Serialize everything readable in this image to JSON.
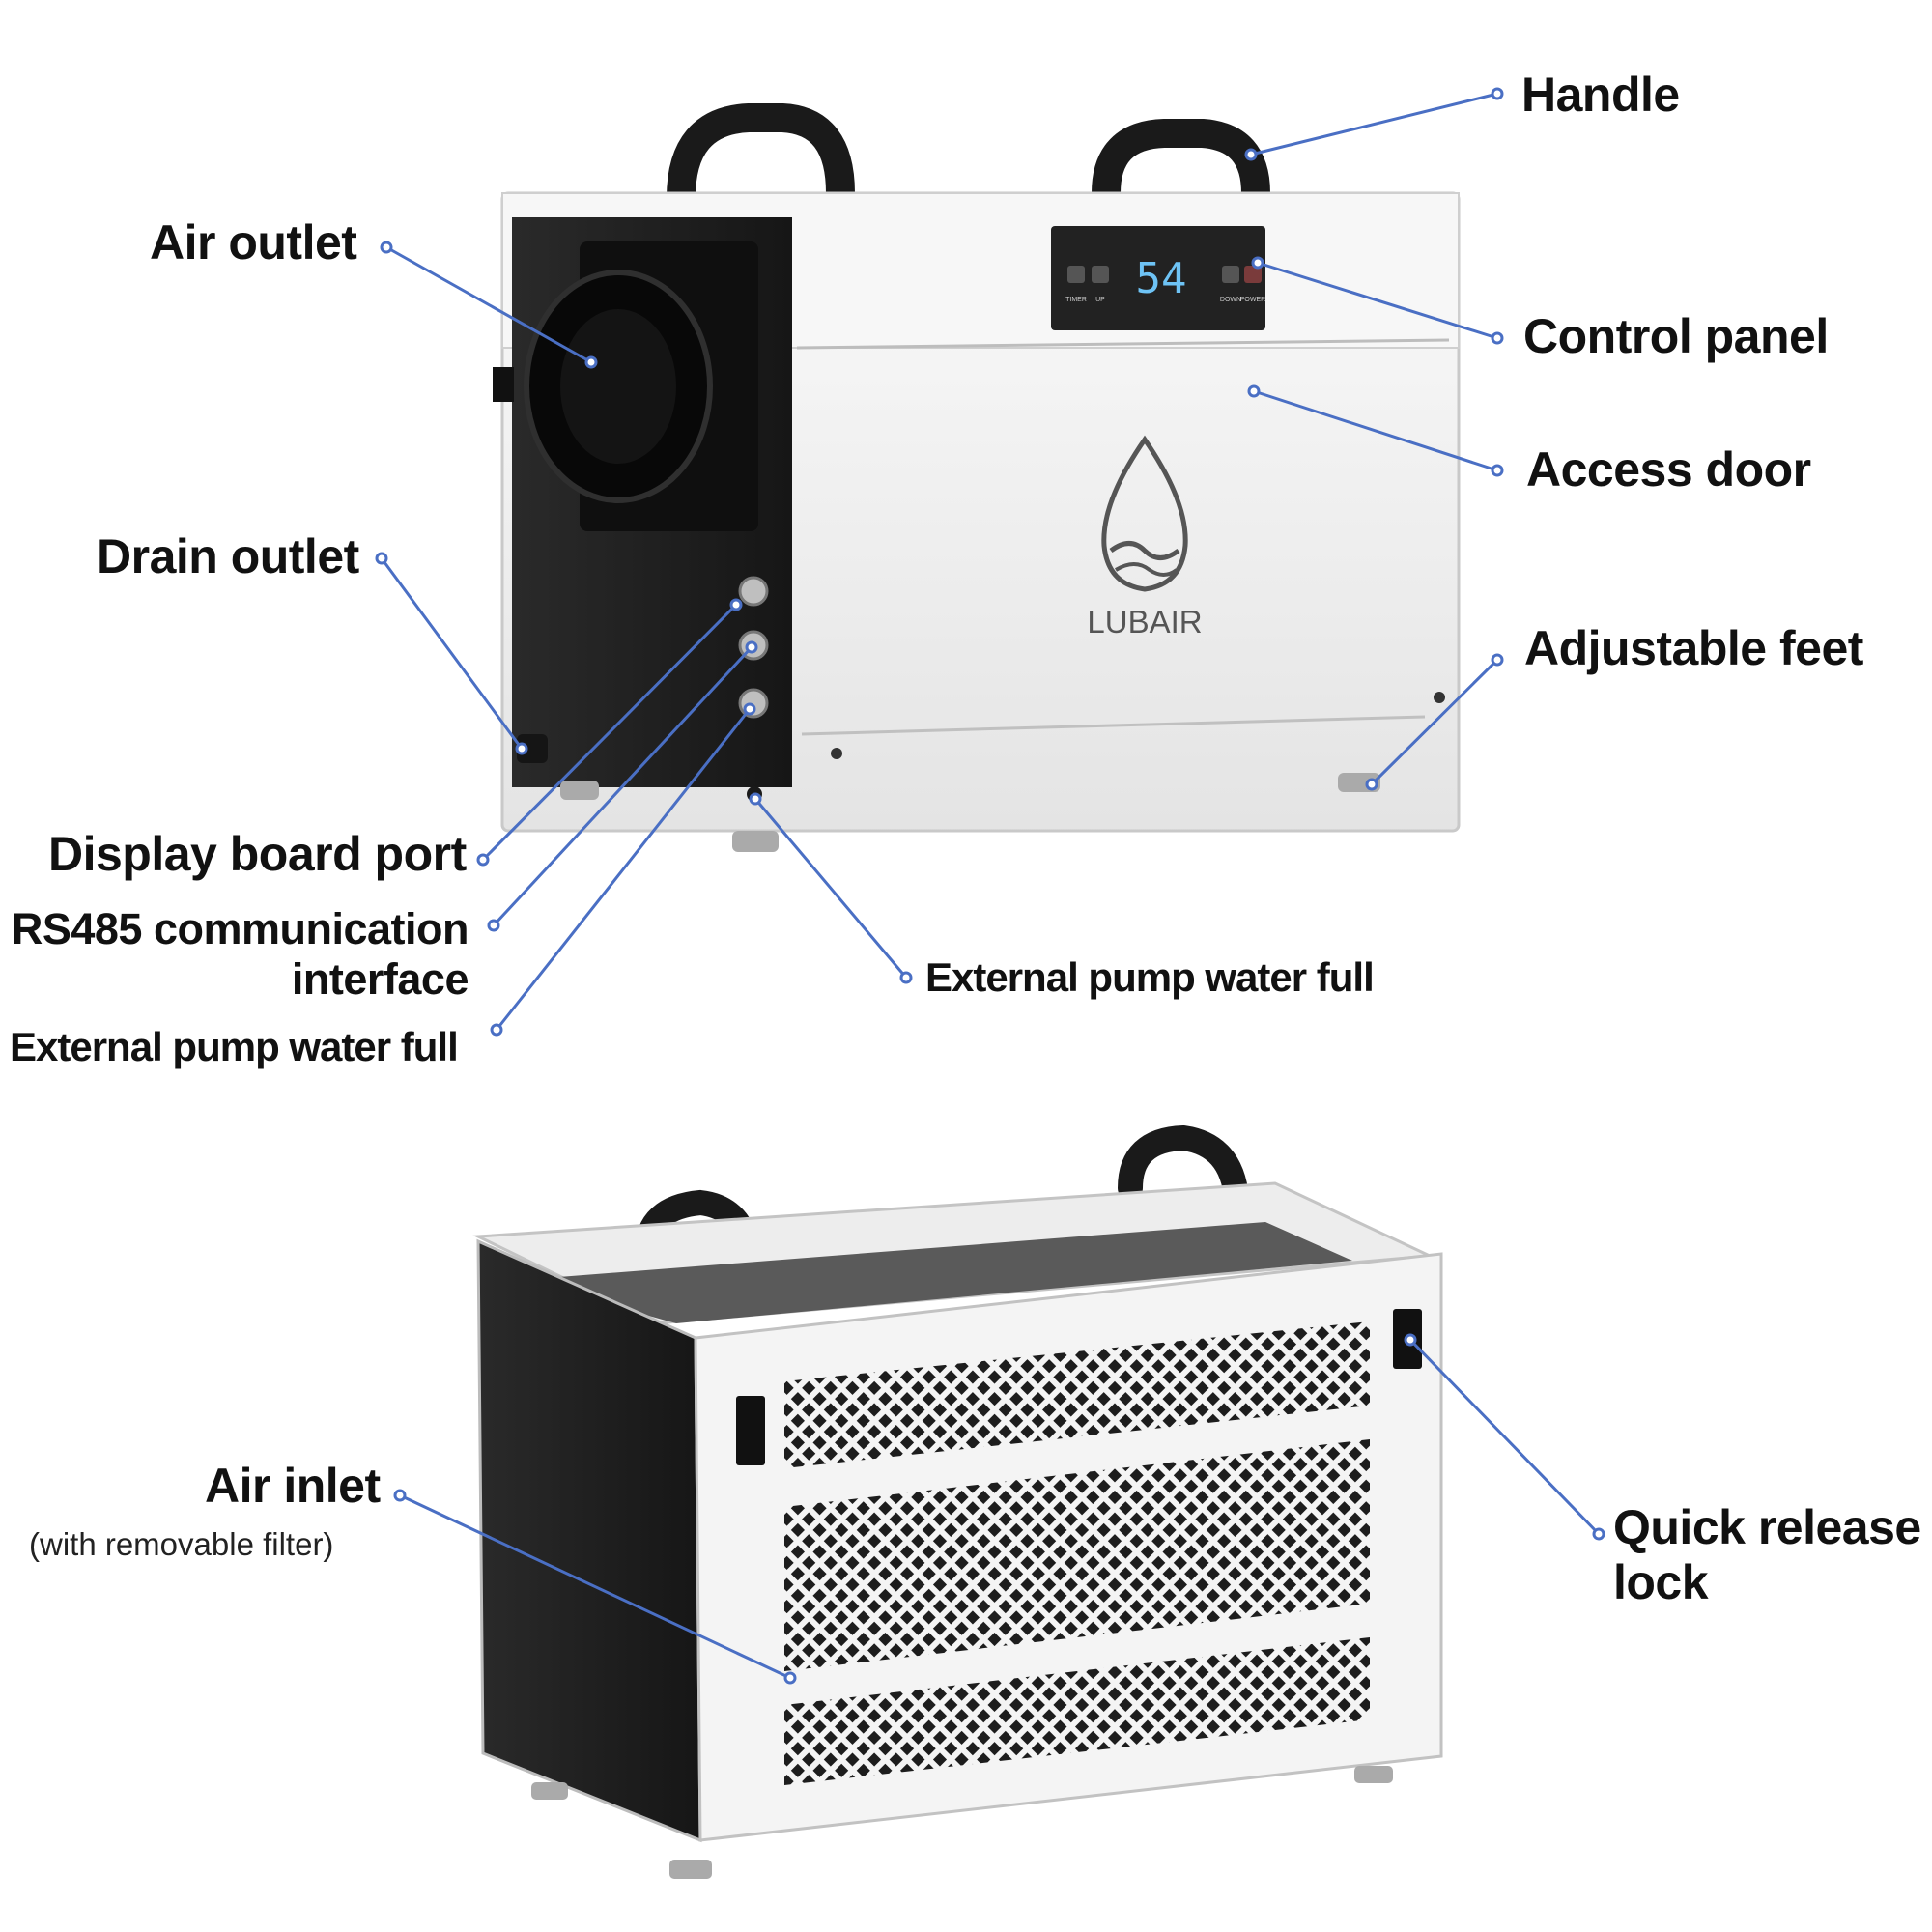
{
  "brand": "LUBAIR",
  "display": {
    "reading": "54",
    "buttons": [
      "TIMER",
      "UP",
      "DOWN",
      "POWER"
    ]
  },
  "labels": {
    "handle": "Handle",
    "air_outlet": "Air outlet",
    "control_panel": "Control panel",
    "access_door": "Access door",
    "drain_outlet": "Drain outlet",
    "adjustable_feet": "Adjustable feet",
    "display_board_port": "Display board port",
    "rs485_line1": "RS485 communication",
    "rs485_line2": "interface",
    "pump_full_left": "External pump water full",
    "pump_full_right": "External pump water full",
    "air_inlet": "Air inlet",
    "air_inlet_note": "(with removable filter)",
    "quick_release_line1": "Quick release",
    "quick_release_line2": "lock"
  },
  "colors": {
    "callout_line": "#4a6fc4",
    "body_white": "#f2f2f2",
    "panel_black": "#1c1c1c",
    "display_digits": "#6ec3f5"
  }
}
